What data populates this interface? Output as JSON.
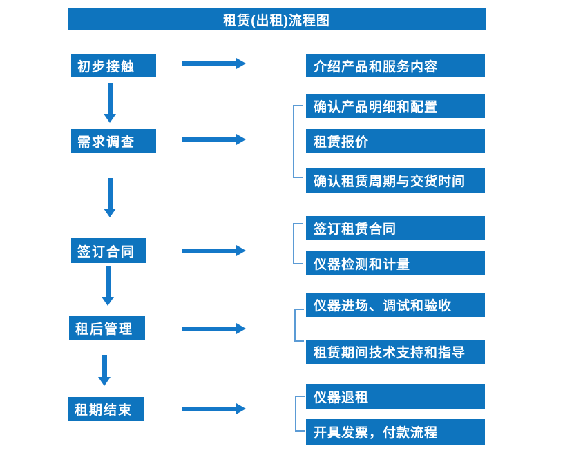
{
  "title": "租赁(出租)流程图",
  "colors": {
    "box_blue": "#0E74BE",
    "arrow_blue": "#1478C8",
    "bracket_blue": "#5B9BD5",
    "text_white": "#FFFFFF"
  },
  "steps": [
    {
      "label": "初步接触",
      "outputs": [
        "介绍产品和服务内容"
      ]
    },
    {
      "label": "需求调查",
      "outputs": [
        "确认产品明细和配置",
        "租赁报价",
        "确认租赁周期与交货时间"
      ]
    },
    {
      "label": "签订合同",
      "outputs": [
        "签订租赁合同",
        "仪器检测和计量"
      ]
    },
    {
      "label": "租后管理",
      "outputs": [
        "仪器进场、调试和验收",
        "租赁期间技术支持和指导"
      ]
    },
    {
      "label": "租期结束",
      "outputs": [
        "仪器退租",
        "开具发票，付款流程"
      ]
    }
  ]
}
